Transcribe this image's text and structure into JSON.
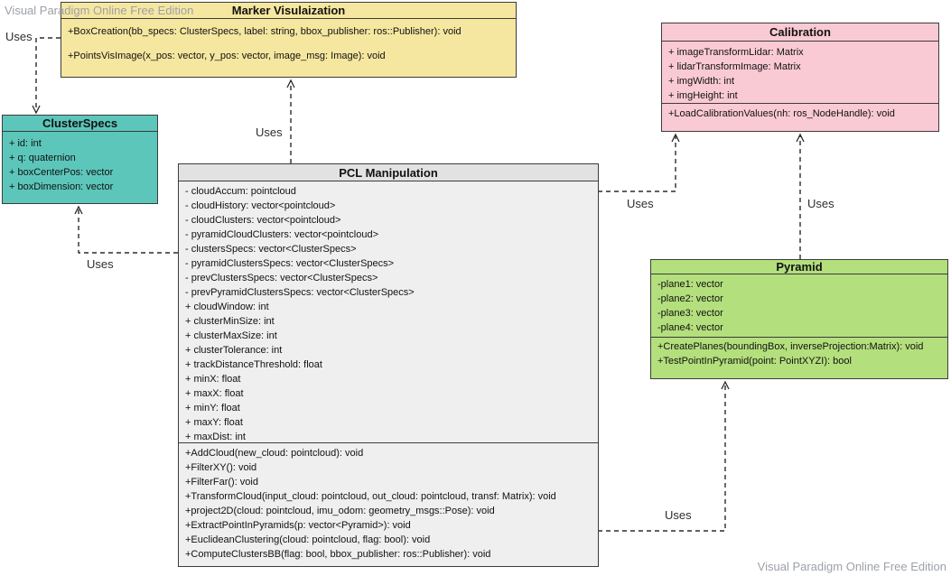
{
  "watermark": {
    "text": "Visual Paradigm Online Free Edition"
  },
  "colors": {
    "marker_fill": "#F6E7A0",
    "clusterspecs_fill": "#5CC6BA",
    "pcl_fill": "#EFEFEF",
    "pcl_header_fill": "#E2E2E2",
    "calibration_fill": "#FACAD4",
    "pyramid_fill": "#B4DF7D",
    "border": "#3C3C3C",
    "watermark_text": "#9CA1A8"
  },
  "classes": [
    {
      "title": "Marker Visulaization",
      "fill": "#F6E7A0",
      "attributes": [],
      "methods": [
        "+BoxCreation(bb_specs: ClusterSpecs, label: string, bbox_publisher: ros::Publisher): void",
        "+PointsVisImage(x_pos: vector, y_pos: vector, image_msg: Image): void"
      ]
    },
    {
      "title": "ClusterSpecs",
      "fill": "#5CC6BA",
      "attributes": [
        "+ id: int",
        "+ q: quaternion",
        "+ boxCenterPos: vector",
        "+ boxDimension: vector"
      ],
      "methods": []
    },
    {
      "title": "PCL Manipulation",
      "fill": "#EFEFEF",
      "header_fill": "#E2E2E2",
      "attributes": [
        "- cloudAccum: pointcloud",
        "- cloudHistory: vector<pointcloud>",
        "- cloudClusters: vector<pointcloud>",
        "- pyramidCloudClusters: vector<pointcloud>",
        "- clustersSpecs: vector<ClusterSpecs>",
        "- pyramidClustersSpecs: vector<ClusterSpecs>",
        "- prevClustersSpecs: vector<ClusterSpecs>",
        "- prevPyramidClustersSpecs: vector<ClusterSpecs>",
        "+ cloudWindow: int",
        "+ clusterMinSize: int",
        "+ clusterMaxSize: int",
        "+ clusterTolerance: int",
        "+ trackDistanceThreshold: float",
        "+ minX: float",
        "+ maxX: float",
        "+ minY: float",
        "+ maxY: float",
        "+ maxDist: int"
      ],
      "methods": [
        "+AddCloud(new_cloud: pointcloud): void",
        "+FilterXY(): void",
        "+FilterFar(): void",
        "+TransformCloud(input_cloud: pointcloud, out_cloud: pointcloud, transf: Matrix): void",
        "+project2D(cloud: pointcloud, imu_odom: geometry_msgs::Pose): void",
        "+ExtractPointInPyramids(p: vector<Pyramid>): void",
        "+EuclideanClustering(cloud: pointcloud, flag: bool): void",
        "+ComputeClustersBB(flag: bool, bbox_publisher: ros::Publisher): void"
      ]
    },
    {
      "title": "Calibration",
      "fill": "#FACAD4",
      "attributes": [
        "+ imageTransformLidar: Matrix",
        "+ lidarTransformImage: Matrix",
        "+ imgWidth: int",
        "+ imgHeight: int"
      ],
      "methods": [
        "+LoadCalibrationValues(nh: ros_NodeHandle): void"
      ]
    },
    {
      "title": "Pyramid",
      "fill": "#B4DF7D",
      "attributes": [
        "-plane1: vector",
        "-plane2: vector",
        "-plane3: vector",
        "-plane4: vector"
      ],
      "methods": [
        "+CreatePlanes(boundingBox, inverseProjection:Matrix): void",
        "+TestPointInPyramid(point: PointXYZI): bool"
      ]
    }
  ],
  "connectors": [
    {
      "label": "Uses",
      "from": "Marker Visulaization",
      "to": "ClusterSpecs"
    },
    {
      "label": "Uses",
      "from": "PCL Manipulation",
      "to": "Marker Visulaization"
    },
    {
      "label": "Uses",
      "from": "PCL Manipulation",
      "to": "ClusterSpecs"
    },
    {
      "label": "Uses",
      "from": "PCL Manipulation",
      "to": "Calibration"
    },
    {
      "label": "Uses",
      "from": "Pyramid",
      "to": "Calibration"
    },
    {
      "label": "Uses",
      "from": "PCL Manipulation",
      "to": "Pyramid"
    }
  ]
}
